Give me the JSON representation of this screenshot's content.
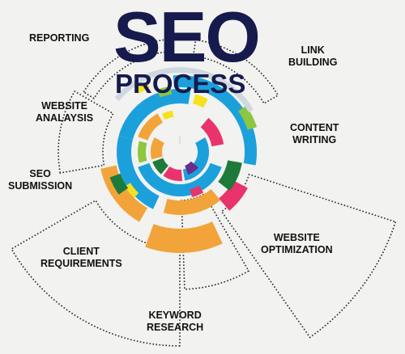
{
  "title": {
    "main": "SEO",
    "sub": "PROCESS"
  },
  "labels": {
    "reporting": [
      "REPORTING"
    ],
    "link_building": [
      "LINK",
      "BUILDING"
    ],
    "website_analysis": [
      "WEBSITE",
      "ANALAYSIS"
    ],
    "content_writing": [
      "CONTENT",
      "WRITING"
    ],
    "seo_submission": [
      "SEO",
      "SUBMISSION"
    ],
    "website_optimization": [
      "WEBSITE",
      "OPTIMIZATION"
    ],
    "client_requirements": [
      "CLIENT",
      "REQUIREMENTS"
    ],
    "keyword_research": [
      "KEYWORD",
      "RESEARCH"
    ]
  },
  "colors": {
    "navy": "#161a4d",
    "blue": "#1ca0dc",
    "orange": "#f2a43a",
    "magenta": "#e8336c",
    "green": "#8dc63f",
    "dark_green": "#1e7a3a",
    "yellow": "#f7e11b",
    "purple": "#6a2c8f",
    "dotted": "#222222"
  }
}
